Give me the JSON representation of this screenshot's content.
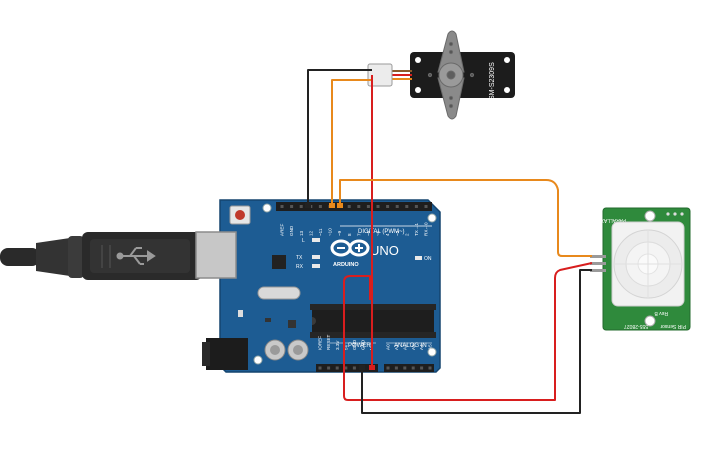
{
  "board": {
    "brand_logo_text": "ARDUINO",
    "model": "UNO",
    "on_label": "ON",
    "l_label": "L",
    "tx_label": "TX",
    "rx_label": "RX",
    "digital_label": "DIGITAL (PWM~)",
    "power_label": "POWER",
    "analog_label": "ANALOG IN",
    "digital_pins": [
      "AREF",
      "GND",
      "13",
      "12",
      "~11",
      "~10",
      "~9",
      "8",
      "7",
      "~6",
      "~5",
      "4",
      "~3",
      "2",
      "TX→1",
      "RX←0"
    ],
    "power_pins": [
      "IOREF",
      "RESET",
      "3.3V",
      "5V",
      "GND",
      "GND",
      "Vin"
    ],
    "analog_pins": [
      "A0",
      "A1",
      "A2",
      "A3",
      "A4",
      "A5"
    ]
  },
  "servo": {
    "part_label": "SM-S2309S"
  },
  "pir": {
    "brand": "PARALLAX",
    "part": "555-28027",
    "rev": "Rev B",
    "sensor_label": "PIR Sensor"
  },
  "colors": {
    "wire_black": "#222222",
    "wire_red": "#d81e1e",
    "wire_orange": "#e8891c",
    "board_blue": "#1d5c93",
    "pcb_green": "#2f8a3c"
  }
}
